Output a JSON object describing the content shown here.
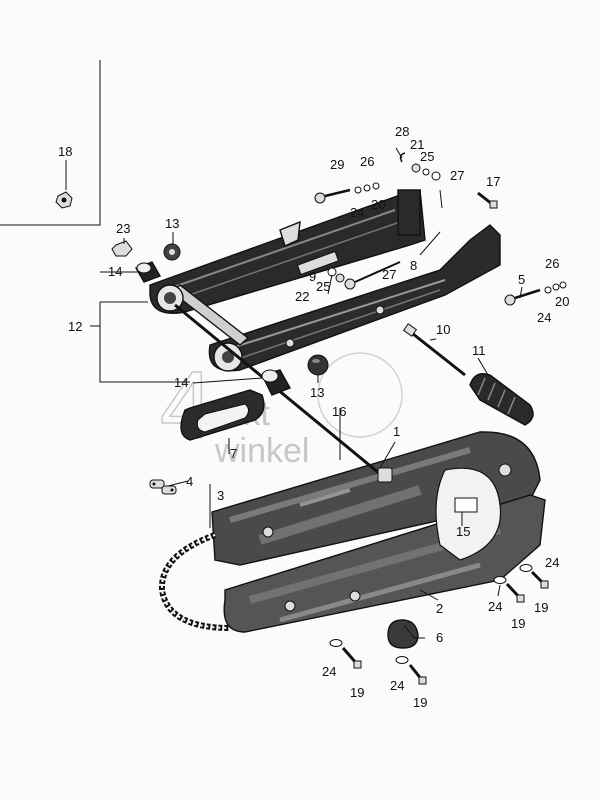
{
  "watermark": {
    "numeral": "4",
    "line1": "takt",
    "line2": "winkel"
  },
  "callouts": [
    {
      "id": "c1",
      "text": "1"
    },
    {
      "id": "c2",
      "text": "2"
    },
    {
      "id": "c3",
      "text": "3"
    },
    {
      "id": "c4",
      "text": "4"
    },
    {
      "id": "c5",
      "text": "5"
    },
    {
      "id": "c6",
      "text": "6"
    },
    {
      "id": "c7",
      "text": "7"
    },
    {
      "id": "c8",
      "text": "8"
    },
    {
      "id": "c9",
      "text": "9"
    },
    {
      "id": "c10",
      "text": "10"
    },
    {
      "id": "c11",
      "text": "11"
    },
    {
      "id": "c12",
      "text": "12"
    },
    {
      "id": "c13a",
      "text": "13"
    },
    {
      "id": "c13b",
      "text": "13"
    },
    {
      "id": "c14a",
      "text": "14"
    },
    {
      "id": "c14b",
      "text": "14"
    },
    {
      "id": "c15",
      "text": "15"
    },
    {
      "id": "c16",
      "text": "16"
    },
    {
      "id": "c17",
      "text": "17"
    },
    {
      "id": "c18",
      "text": "18"
    },
    {
      "id": "c19a",
      "text": "19"
    },
    {
      "id": "c19b",
      "text": "19"
    },
    {
      "id": "c19c",
      "text": "19"
    },
    {
      "id": "c19d",
      "text": "19"
    },
    {
      "id": "c20a",
      "text": "20"
    },
    {
      "id": "c20b",
      "text": "20"
    },
    {
      "id": "c21",
      "text": "21"
    },
    {
      "id": "c22",
      "text": "22"
    },
    {
      "id": "c23",
      "text": "23"
    },
    {
      "id": "c24a",
      "text": "24"
    },
    {
      "id": "c24b",
      "text": "24"
    },
    {
      "id": "c24c",
      "text": "24"
    },
    {
      "id": "c24d",
      "text": "24"
    },
    {
      "id": "c24e",
      "text": "24"
    },
    {
      "id": "c24f",
      "text": "24"
    },
    {
      "id": "c25a",
      "text": "25"
    },
    {
      "id": "c25b",
      "text": "25"
    },
    {
      "id": "c26a",
      "text": "26"
    },
    {
      "id": "c26b",
      "text": "26"
    },
    {
      "id": "c27a",
      "text": "27"
    },
    {
      "id": "c27b",
      "text": "27"
    },
    {
      "id": "c28",
      "text": "28"
    },
    {
      "id": "c29",
      "text": "29"
    }
  ]
}
